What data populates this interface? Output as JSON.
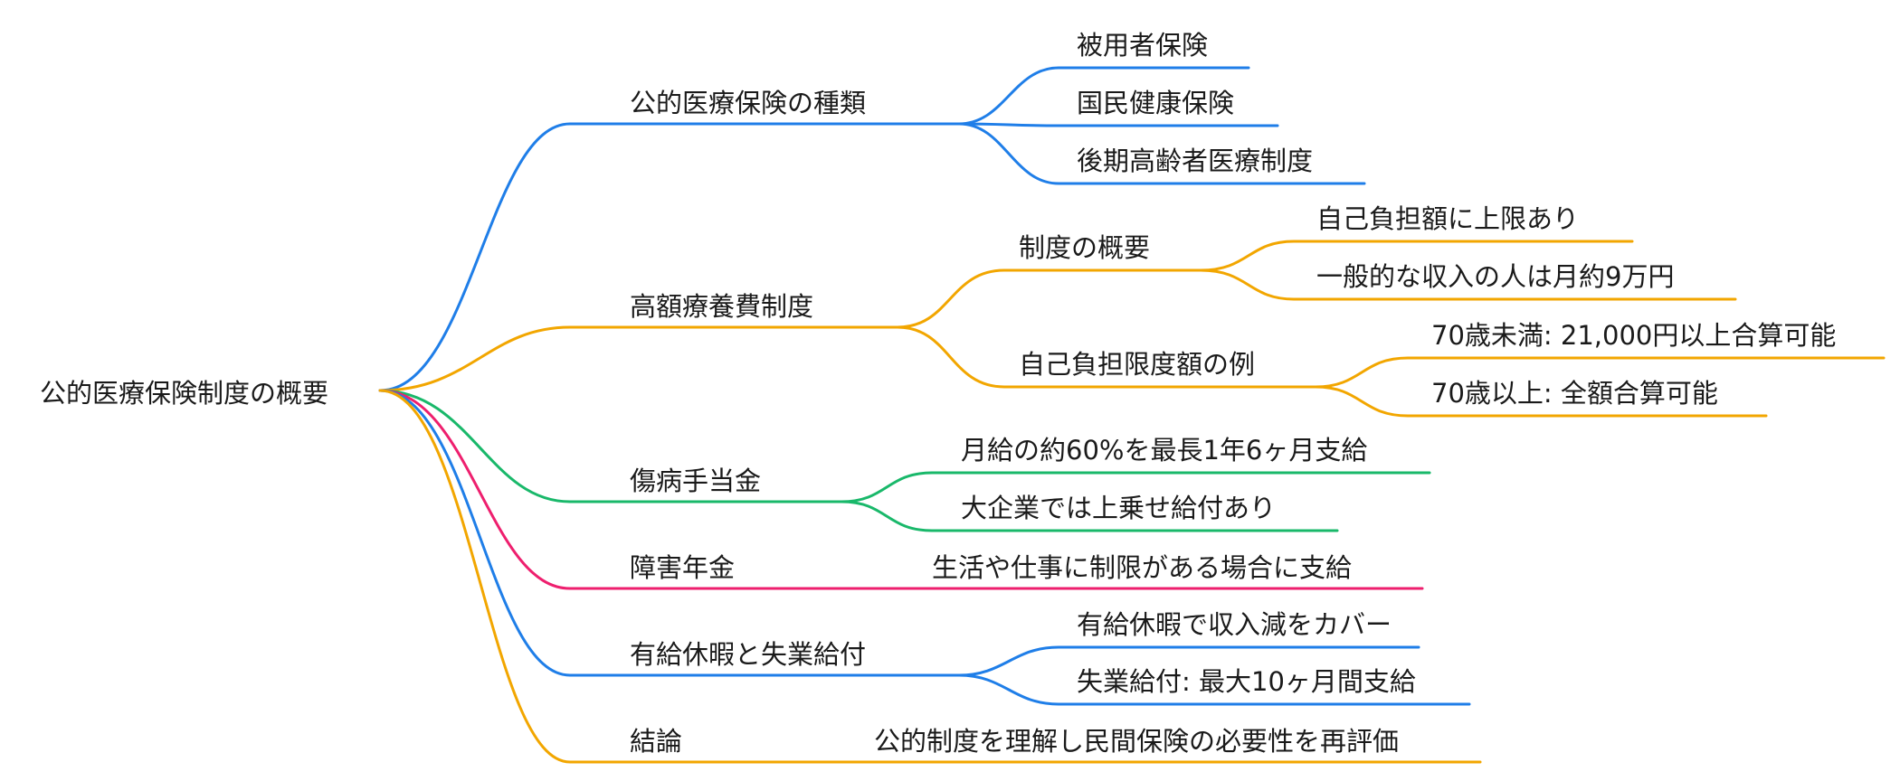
{
  "colors": {
    "blue": "#1f7ee8",
    "orange": "#f2a600",
    "green": "#19b86a",
    "pink": "#ee1f6e",
    "text": "#1a1a1a"
  },
  "root": {
    "label": "公的医療保険制度の概要"
  },
  "branches": [
    {
      "label": "公的医療保険の種類",
      "color": "blue",
      "children": [
        {
          "label": "被用者保険"
        },
        {
          "label": "国民健康保険"
        },
        {
          "label": "後期高齢者医療制度"
        }
      ]
    },
    {
      "label": "高額療養費制度",
      "color": "orange",
      "children": [
        {
          "label": "制度の概要",
          "children": [
            {
              "label": "自己負担額に上限あり"
            },
            {
              "label": "一般的な収入の人は月約9万円"
            }
          ]
        },
        {
          "label": "自己負担限度額の例",
          "children": [
            {
              "label": "70歳未満: 21,000円以上合算可能"
            },
            {
              "label": "70歳以上: 全額合算可能"
            }
          ]
        }
      ]
    },
    {
      "label": "傷病手当金",
      "color": "green",
      "children": [
        {
          "label": "月給の約60%を最長1年6ヶ月支給"
        },
        {
          "label": "大企業では上乗せ給付あり"
        }
      ]
    },
    {
      "label": "障害年金",
      "color": "pink",
      "children": [
        {
          "label": "生活や仕事に制限がある場合に支給"
        }
      ]
    },
    {
      "label": "有給休暇と失業給付",
      "color": "blue",
      "children": [
        {
          "label": "有給休暇で収入減をカバー"
        },
        {
          "label": "失業給付: 最大10ヶ月間支給"
        }
      ]
    },
    {
      "label": "結論",
      "color": "orange",
      "children": [
        {
          "label": "公的制度を理解し民間保険の必要性を再評価"
        }
      ]
    }
  ]
}
